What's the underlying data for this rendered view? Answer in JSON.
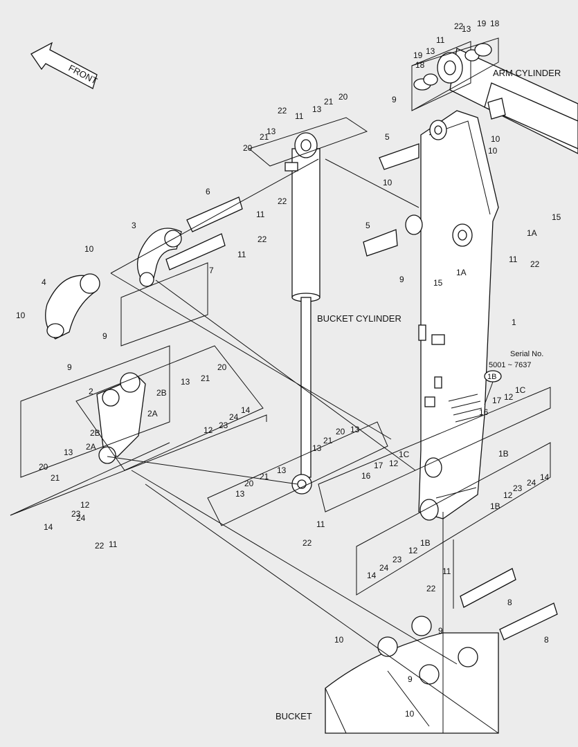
{
  "diagram": {
    "front_label": "FRONT",
    "labels": {
      "arm_cylinder": "ARM CYLINDER",
      "bucket_cylinder": "BUCKET CYLINDER",
      "bucket": "BUCKET",
      "serial_title": "Serial No.",
      "serial_range": "5001 ~ 7637",
      "serial_ref": "1B"
    },
    "callouts": [
      "22",
      "13",
      "19",
      "18",
      "11",
      "19",
      "13",
      "18",
      "9",
      "10",
      "10",
      "5",
      "10",
      "5",
      "9",
      "15",
      "15",
      "1A",
      "1A",
      "11",
      "22",
      "22",
      "11",
      "13",
      "21",
      "20",
      "21",
      "13",
      "20",
      "6",
      "11",
      "22",
      "3",
      "7",
      "11",
      "22",
      "10",
      "4",
      "10",
      "9",
      "9",
      "1",
      "20",
      "21",
      "13",
      "2",
      "2B",
      "2B",
      "2A",
      "2A",
      "20",
      "13",
      "21",
      "14",
      "24",
      "23",
      "12",
      "14",
      "24",
      "23",
      "12",
      "22",
      "11",
      "20",
      "21",
      "13",
      "13",
      "21",
      "20",
      "13",
      "13",
      "16",
      "17",
      "12",
      "1C",
      "11",
      "22",
      "16",
      "17",
      "12",
      "1C",
      "14",
      "24",
      "23",
      "12",
      "1B",
      "1B",
      "14",
      "24",
      "23",
      "12",
      "1B",
      "11",
      "22",
      "8",
      "8",
      "10",
      "9",
      "9",
      "10"
    ]
  }
}
